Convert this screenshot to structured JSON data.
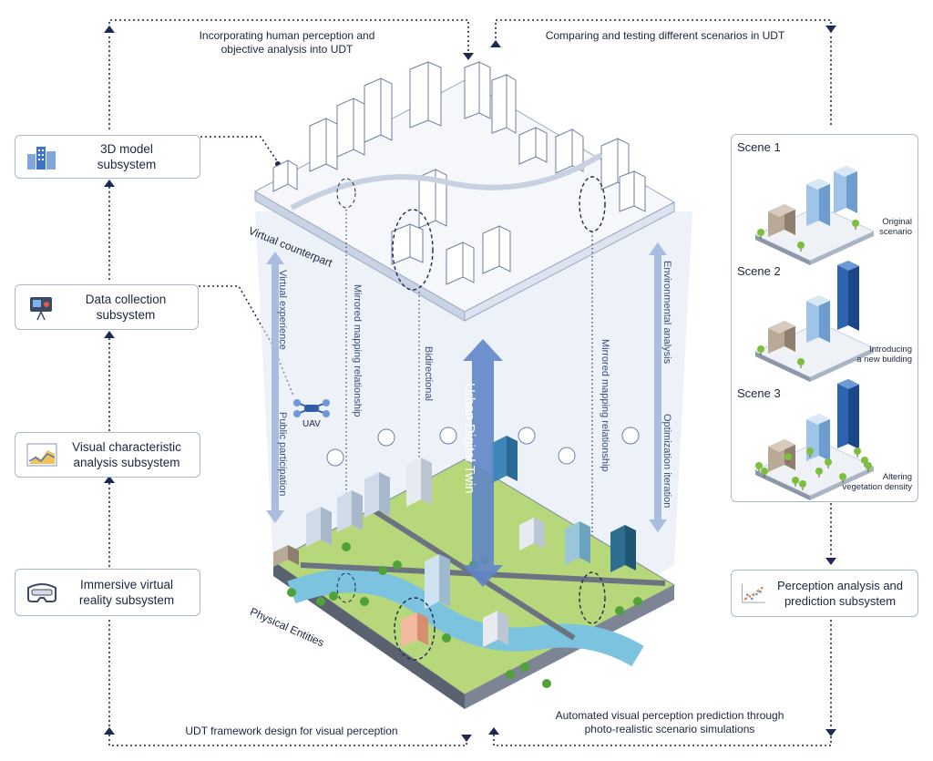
{
  "top": {
    "left_caption_line1": "Incorporating human perception and",
    "left_caption_line2": "objective analysis into UDT",
    "right_caption": "Comparing and testing different scenarios in UDT"
  },
  "bottom": {
    "left_caption": "UDT framework design for visual perception",
    "right_caption_line1": "Automated visual perception prediction through",
    "right_caption_line2": "photo-realistic scenario simulations"
  },
  "subsystems": [
    {
      "line1": "3D model",
      "line2": "subsystem",
      "icon": "buildings-icon"
    },
    {
      "line1": "Data collection",
      "line2": "subsystem",
      "icon": "camera-icon"
    },
    {
      "line1": "Visual characteristic",
      "line2": "analysis subsystem",
      "icon": "chart-icon"
    },
    {
      "line1": "Immersive virtual",
      "line2": "reality subsystem",
      "icon": "vr-headset-icon"
    }
  ],
  "right_subsystem": {
    "line1": "Perception analysis and",
    "line2": "prediction subsystem",
    "icon": "scatter-chart-icon"
  },
  "scenes": [
    {
      "title": "Scene 1",
      "cap1": "Original",
      "cap2": "scenario"
    },
    {
      "title": "Scene 2",
      "cap1": "Introducing",
      "cap2": "a new building"
    },
    {
      "title": "Scene 3",
      "cap1": "Altering",
      "cap2": "vegetation density"
    }
  ],
  "center": {
    "virtual_label": "Virtual counterpart",
    "physical_label": "Physical Entities",
    "udt_label": "Urban Digital Twin",
    "bidirectional": "Bidirectional",
    "mirrored_left": "Mirrored mapping relationship",
    "mirrored_right": "Mirrored mapping relationship",
    "virtual_experience": "Virtual experience",
    "public_participation": "Public participation",
    "environmental_analysis": "Environmental analysis",
    "optimization_iteration": "Optimization iteration",
    "uav": "UAV"
  },
  "colors": {
    "arrow": "#a9bde0",
    "udt_arrow": "#5f86c8",
    "dark": "#1c2a52",
    "box_border": "#a9b8cf"
  }
}
